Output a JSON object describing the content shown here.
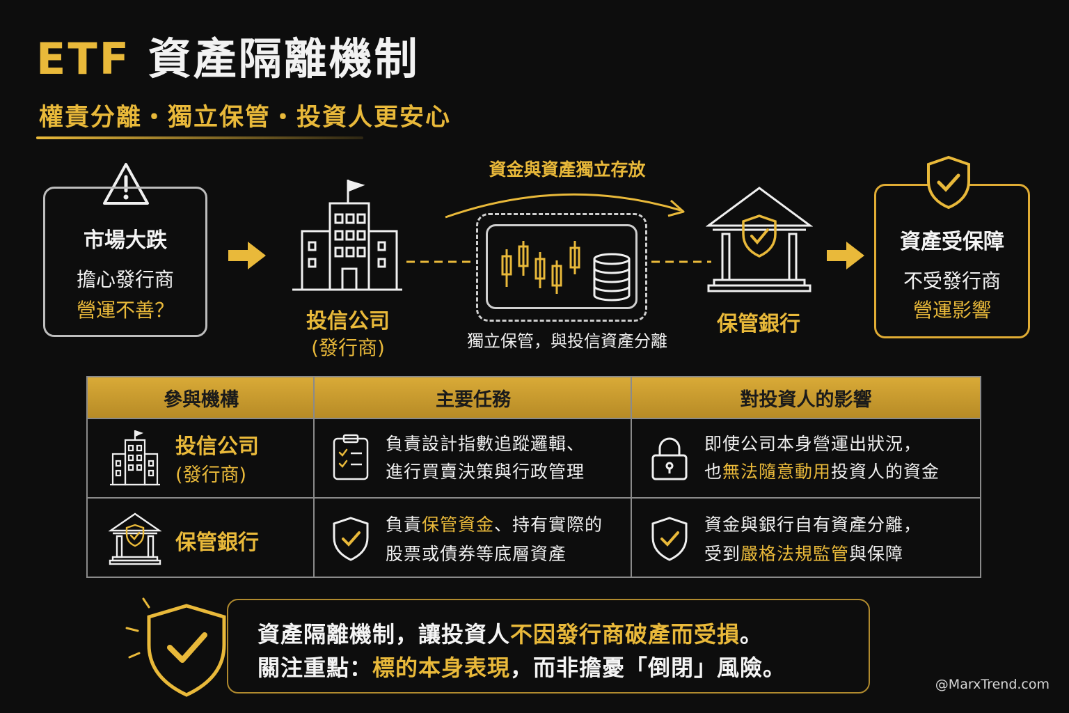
{
  "header": {
    "title_prefix": "ETF",
    "title_rest": "資產隔離機制",
    "subtitle": "權責分離・獨立保管・投資人更安心"
  },
  "flow": {
    "risk_box": {
      "title": "市場大跌",
      "line1": "擔心發行商",
      "line2": "營運不善？"
    },
    "issuer": {
      "label": "投信公司",
      "sub": "(發行商)"
    },
    "arc_label": "資金與資產獨立存放",
    "vault_caption": "獨立保管，與投信資產分離",
    "custodian": {
      "label": "保管銀行"
    },
    "result_box": {
      "title": "資產受保障",
      "line1": "不受發行商",
      "line2": "營運影響"
    }
  },
  "table": {
    "headers": [
      "參與機構",
      "主要任務",
      "對投資人的影響"
    ],
    "rows": [
      {
        "org": "投信公司",
        "org_sub": "(發行商)",
        "task_line1": "負責設計指數追蹤邏輯、",
        "task_line2": "進行買賣決策與行政管理",
        "impact_line1": "即使公司本身營運出狀況，",
        "impact_line2_pre": "也",
        "impact_line2_hl": "無法隨意動用",
        "impact_line2_post": "投資人的資金"
      },
      {
        "org": "保管銀行",
        "task_line1_pre": "負責",
        "task_line1_hl": "保管資金",
        "task_line1_post": "、持有實際的",
        "task_line2": "股票或債券等底層資產",
        "impact_line1": "資金與銀行自有資產分離，",
        "impact_line2_pre": "受到",
        "impact_line2_hl": "嚴格法規監管",
        "impact_line2_post": "與保障"
      }
    ]
  },
  "bottom": {
    "line1_pre": "資產隔離機制，讓投資人",
    "line1_hl": "不因發行商破產而受損",
    "line1_post": "。",
    "line2_pre": "關注重點：",
    "line2_hl": "標的本身表現",
    "line2_post": "，而非擔憂「倒閉」風險。"
  },
  "watermark": "@MarxTrend.com",
  "colors": {
    "gold": "#e9b93a",
    "background": "#0d0d0d",
    "line": "#bdbdbd"
  }
}
